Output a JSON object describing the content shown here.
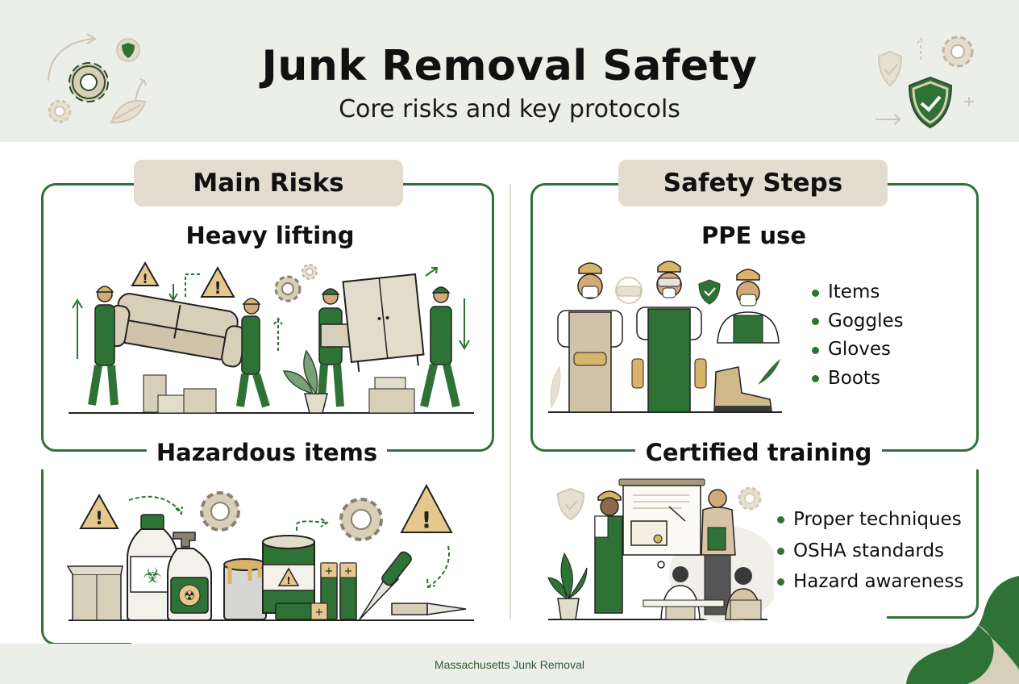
{
  "header": {
    "title": "Junk Removal Safety",
    "subtitle": "Core risks and key protocols",
    "left_icons": [
      "gear-icon",
      "small-gear-icon",
      "shield-badge-icon",
      "leaf-icon",
      "curved-arrow-icon"
    ],
    "right_icons": [
      "shield-check-outline-icon",
      "shield-check-green-icon",
      "gear-icon",
      "arrow-icon",
      "plus-icon"
    ]
  },
  "left_column": {
    "heading": "Main Risks",
    "sections": [
      {
        "title": "Heavy lifting",
        "illustration": "workers-carrying-sofa-and-wardrobe",
        "icons": [
          "warning-triangle-icon",
          "gear-icon",
          "up-arrow-icon",
          "down-arrow-icon",
          "box-icon",
          "plant-icon"
        ]
      },
      {
        "title": "Hazardous items",
        "illustration": "chemicals-paint-batteries-sharp-objects",
        "icons": [
          "warning-triangle-icon",
          "biohazard-bottle-icon",
          "pump-bottle-icon",
          "paint-can-icon",
          "battery-icon",
          "knife-icon",
          "gear-icon"
        ]
      }
    ]
  },
  "right_column": {
    "heading": "Safety Steps",
    "sections": [
      {
        "title": "PPE use",
        "illustration": "workers-in-ppe",
        "bullets": [
          "Items",
          "Goggles",
          "Gloves",
          "Boots"
        ]
      },
      {
        "title": "Certified training",
        "illustration": "training-presentation",
        "bullets": [
          "Proper techniques",
          "OSHA standards",
          "Hazard awareness"
        ]
      }
    ]
  },
  "footer": {
    "text": "Massachusetts Junk Removal"
  },
  "colors": {
    "accent_green": "#2f7235",
    "beige": "#d8cfb8",
    "pill_bg": "#e2ddcf",
    "header_bg": "#eceee8",
    "warning_tan": "#e6c78e"
  }
}
